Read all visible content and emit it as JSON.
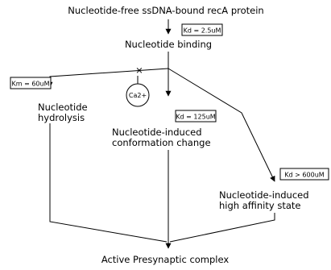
{
  "nodes": {
    "start": "Nucleotide-free ssDNA-bound recA protein",
    "binding": "Nucleotide binding",
    "hydrolysis_line1": "Nucleotide",
    "hydrolysis_line2": "hydrolysis",
    "conformation_line1": "Nucleotide-induced",
    "conformation_line2": "conformation change",
    "high_affinity_line1": "Nucleotide-induced",
    "high_affinity_line2": "high affinity state",
    "end": "Active Presynaptic complex"
  },
  "constants": {
    "kd_binding": "Kd = 2.5uM",
    "km_hydrolysis": "Km = 60uM",
    "kd_conformation": "Kd = 125uM",
    "kd_high_affinity": "Kd > 600uM"
  },
  "inhibitor": {
    "label": "Ca2+",
    "mark": "×"
  }
}
